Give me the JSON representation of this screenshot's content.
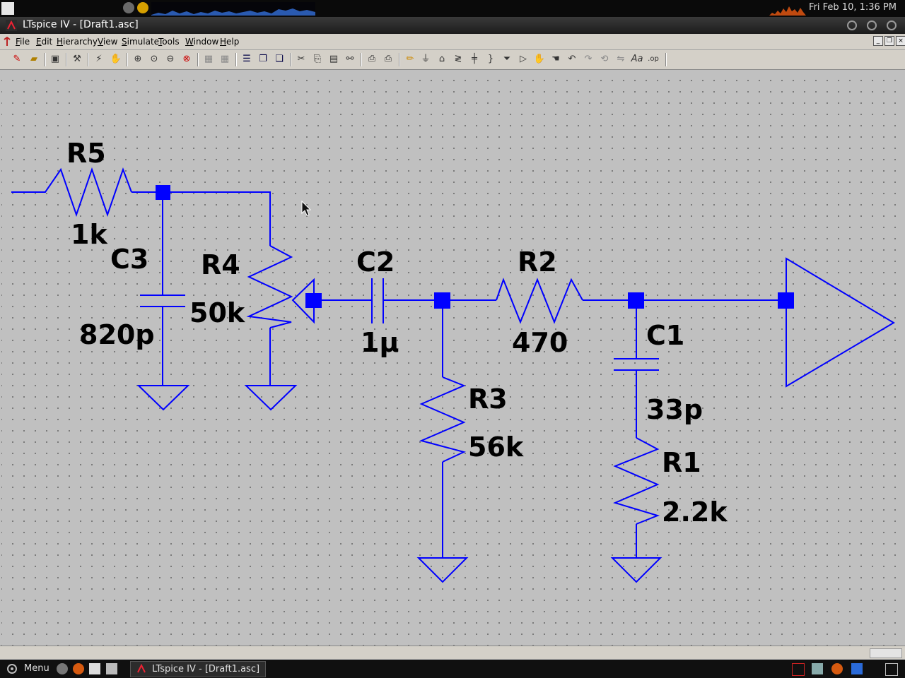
{
  "panel": {
    "clock": "Fri Feb 10,  1:36 PM"
  },
  "window": {
    "title": "LTspice IV - [Draft1.asc]"
  },
  "menubar": {
    "items": [
      "File",
      "Edit",
      "Hierarchy",
      "View",
      "Simulate",
      "Tools",
      "Window",
      "Help"
    ]
  },
  "toolbar": {
    "icons": [
      "new-schematic-icon",
      "open-icon",
      "save-icon",
      "control-panel-icon",
      "run-icon",
      "halt-icon",
      "zoom-in-icon",
      "pan-icon",
      "zoom-out-icon",
      "zoom-cancel-icon",
      "tile-icon",
      "cascade-icon",
      "window-icon",
      "window-cascade-icon",
      "cut-icon",
      "copy-icon",
      "paste-icon",
      "find-icon",
      "print-setup-icon",
      "print-icon",
      "draw-wire-icon",
      "ground-icon",
      "label-net-icon",
      "resistor-icon",
      "capacitor-icon",
      "inductor-icon",
      "diode-icon",
      "component-icon",
      "move-icon",
      "drag-icon",
      "undo-icon",
      "redo-icon",
      "rotate-icon",
      "mirror-icon",
      "text-icon",
      "spice-directive-icon"
    ]
  },
  "schematic": {
    "components": {
      "R5": {
        "name": "R5",
        "value": "1k"
      },
      "C3": {
        "name": "C3",
        "value": "820p"
      },
      "R4": {
        "name": "R4",
        "value": "50k"
      },
      "C2": {
        "name": "C2",
        "value": "1µ"
      },
      "R2": {
        "name": "R2",
        "value": "470"
      },
      "R3": {
        "name": "R3",
        "value": "56k"
      },
      "C1": {
        "name": "C1",
        "value": "33p"
      },
      "R1": {
        "name": "R1",
        "value": "2.2k"
      }
    },
    "wire_color": "#0000ff",
    "background": "#c0c0c0"
  },
  "taskbar": {
    "menu_label": "Menu",
    "task_title": "LTspice IV - [Draft1.asc]"
  }
}
